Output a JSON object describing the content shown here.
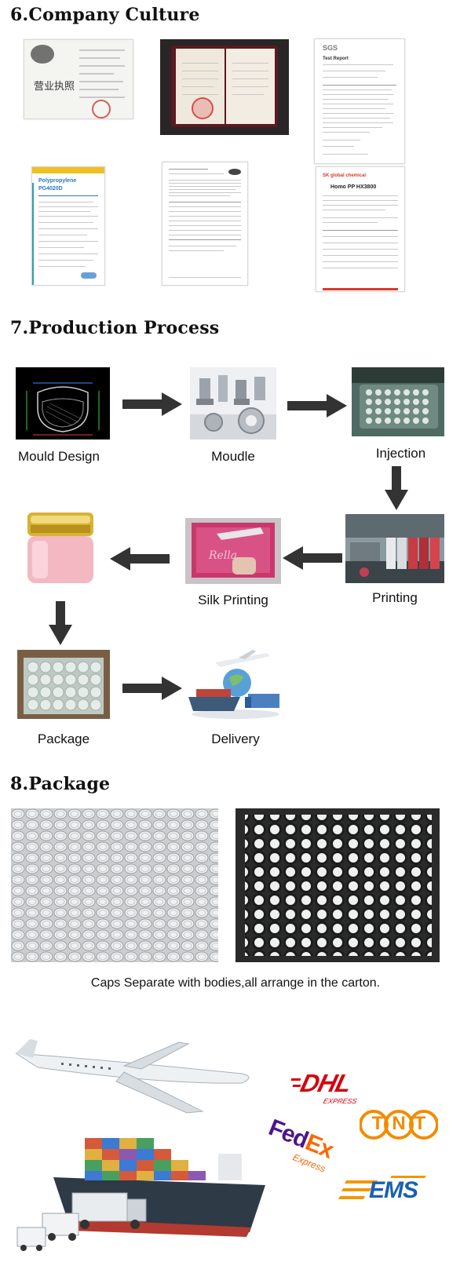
{
  "sections": {
    "company_culture": {
      "title": "6.Company Culture"
    },
    "production_process": {
      "title": "7.Production Process"
    },
    "package": {
      "title": "8.Package"
    }
  },
  "certificates": {
    "license_chars": "营业执照",
    "sgs_logo": "SGS",
    "sgs_report_title": "Test Report",
    "datasheet_title": "Polypropylene",
    "datasheet_code": "PG4020D",
    "sk_logo": "SK global chemical",
    "sk_product": "Homo PP HX3800"
  },
  "process_steps": {
    "mould_design": "Mould Design",
    "moudle": "Moudle",
    "injection": "Injection",
    "printing": "Printing",
    "silk_printing": "Silk Printing",
    "package": "Package",
    "delivery": "Delivery"
  },
  "package": {
    "caption": "Caps Separate with bodies,all arrange in the carton."
  },
  "carriers": {
    "dhl": "DHL",
    "dhl_sub": "EXPRESS",
    "tnt": "TNT",
    "fedex_fed": "Fed",
    "fedex_ex": "Ex",
    "fedex_sub": "Express",
    "ems": "EMS"
  },
  "colors": {
    "arrow": "#333333",
    "dhl_red": "#d40511",
    "tnt_orange": "#f28c00",
    "fedex_purple": "#4d148c",
    "fedex_orange": "#ff6600",
    "ems_blue": "#1a5fb4",
    "ems_orange": "#f29600"
  }
}
